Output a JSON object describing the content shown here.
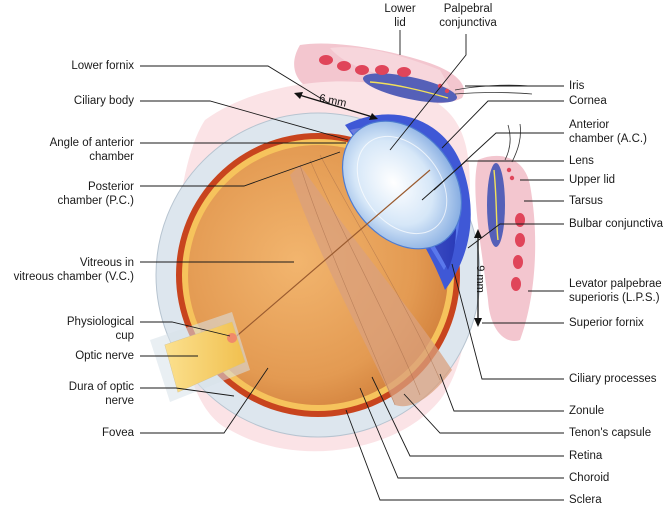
{
  "labels": {
    "lower_lid": [
      "Lower",
      "lid"
    ],
    "palpebral_conjunctiva": [
      "Palpebral",
      "conjunctiva"
    ],
    "lower_fornix": "Lower fornix",
    "ciliary_body": "Ciliary body",
    "angle_anterior_chamber": [
      "Angle of anterior",
      "chamber"
    ],
    "posterior_chamber": [
      "Posterior",
      "chamber (P.C.)"
    ],
    "vitreous": [
      "Vitreous in",
      "vitreous chamber (V.C.)"
    ],
    "physiological_cup": [
      "Physiological",
      "cup"
    ],
    "optic_nerve": "Optic nerve",
    "dura_optic_nerve": [
      "Dura of optic",
      "nerve"
    ],
    "fovea": "Fovea",
    "iris": "Iris",
    "cornea": "Cornea",
    "anterior_chamber": [
      "Anterior",
      "chamber (A.C.)"
    ],
    "lens": "Lens",
    "upper_lid": "Upper lid",
    "tarsus": "Tarsus",
    "bulbar_conjunctiva": "Bulbar conjunctiva",
    "levator": [
      "Levator palpebrae",
      "superioris (L.P.S.)"
    ],
    "superior_fornix": "Superior fornix",
    "ciliary_processes": "Ciliary processes",
    "zonule": "Zonule",
    "tenons_capsule": "Tenon's capsule",
    "retina": "Retina",
    "choroid": "Choroid",
    "sclera": "Sclera"
  },
  "measurements": {
    "lower_fornix_depth": "6 mm",
    "superior_fornix_depth": "9 mm"
  },
  "colors": {
    "vitreous": "#e39a52",
    "sclera": "#dde6ee",
    "choroid": "#c8441e",
    "retina": "#f6c35c",
    "lens": "#b9d6f2",
    "iris": "#3247c8",
    "conjunctiva_pink": "#f3c6cf",
    "tarsus_blue": "#5560b8",
    "optic_nerve": "#f4c95d"
  }
}
